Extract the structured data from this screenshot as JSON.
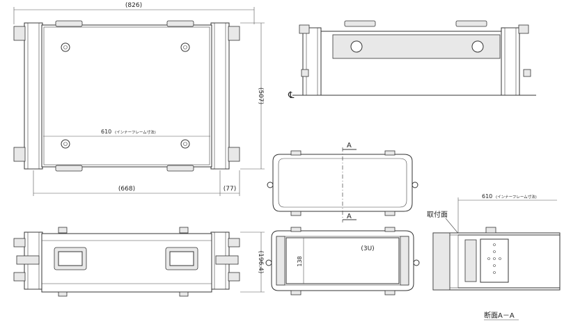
{
  "top_view": {
    "dim_overall_width": "(826)",
    "dim_depth": "(507)",
    "dim_inner_width": "(668)",
    "dim_offset": "(77)",
    "dim_frame": "610",
    "dim_frame_note": "(インナーフレーム寸法)"
  },
  "side_view": {
    "centerline_mark": "℄"
  },
  "end_view": {
    "section_marker_top": "A",
    "section_marker_bottom": "A"
  },
  "front_view": {
    "dim_height": "(196.4)"
  },
  "open_view": {
    "dim_rack_height": "138",
    "rack_units": "(3U)"
  },
  "section_view": {
    "dim_frame": "610",
    "dim_frame_note": "(インナーフレーム寸法)",
    "label_mount_surface": "取付面",
    "caption": "断面A－A"
  }
}
